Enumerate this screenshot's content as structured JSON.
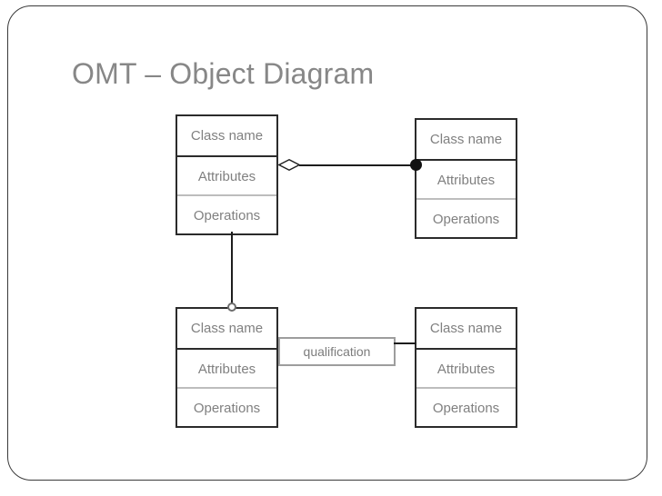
{
  "slide": {
    "title": "OMT – Object Diagram",
    "background_color": "#ffffff",
    "frame_color": "#3a3a3a",
    "title_color": "#878787"
  },
  "diagram": {
    "type": "omt-object-diagram",
    "classes": [
      {
        "id": "class-box-tl",
        "position": "top-left",
        "name_label": "Class name",
        "attributes_label": "Attributes",
        "operations_label": "Operations"
      },
      {
        "id": "class-box-tr",
        "position": "top-right",
        "name_label": "Class name",
        "attributes_label": "Attributes",
        "operations_label": "Operations"
      },
      {
        "id": "class-box-bl",
        "position": "bottom-left",
        "name_label": "Class name",
        "attributes_label": "Attributes",
        "operations_label": "Operations"
      },
      {
        "id": "class-box-br",
        "position": "bottom-right",
        "name_label": "Class name",
        "attributes_label": "Attributes",
        "operations_label": "Operations"
      }
    ],
    "qualifier": {
      "label": "qualification",
      "border_color": "#9d9d9d",
      "text_color": "#7c7c7c"
    },
    "connectors": [
      {
        "id": "assoc-aggregation",
        "from": "class-box-tl",
        "to": "class-box-tr",
        "source_adornment": "hollow-diamond",
        "target_adornment": "filled-circle",
        "meaning": "aggregation with many multiplicity"
      },
      {
        "id": "assoc-vertical",
        "from": "class-box-tl",
        "to": "class-box-bl",
        "source_adornment": "none",
        "target_adornment": "hollow-circle",
        "meaning": "association with optional multiplicity"
      },
      {
        "id": "assoc-qualifier",
        "from": "class-box-bl",
        "to": "class-box-br",
        "source_adornment": "qualifier-box",
        "target_adornment": "none",
        "meaning": "qualified association"
      }
    ],
    "colors": {
      "class_border": "#2b2b2b",
      "compartment_divider_dark": "#2b2b2b",
      "compartment_divider_light": "#bdbdbd",
      "label_text": "#808080",
      "line": "#1d1d1d"
    }
  }
}
